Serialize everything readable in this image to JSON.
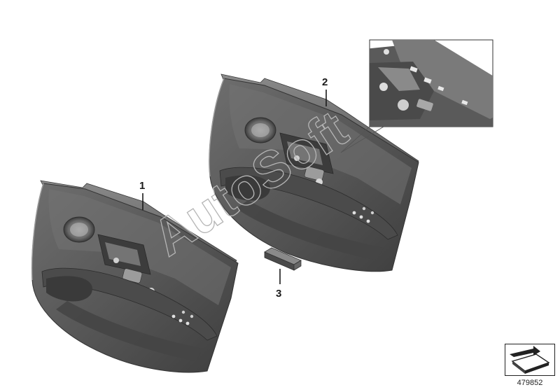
{
  "callouts": {
    "part1": "1",
    "part2": "2",
    "part3": "3"
  },
  "watermark": "AutoSoft",
  "reference_number": "479852",
  "icons": {
    "reference_box": "arrow-ribbon-icon"
  },
  "colors": {
    "panel_dark": "#4a4a4a",
    "panel_mid": "#5e5e5e",
    "panel_light": "#767676",
    "background": "#ffffff"
  }
}
